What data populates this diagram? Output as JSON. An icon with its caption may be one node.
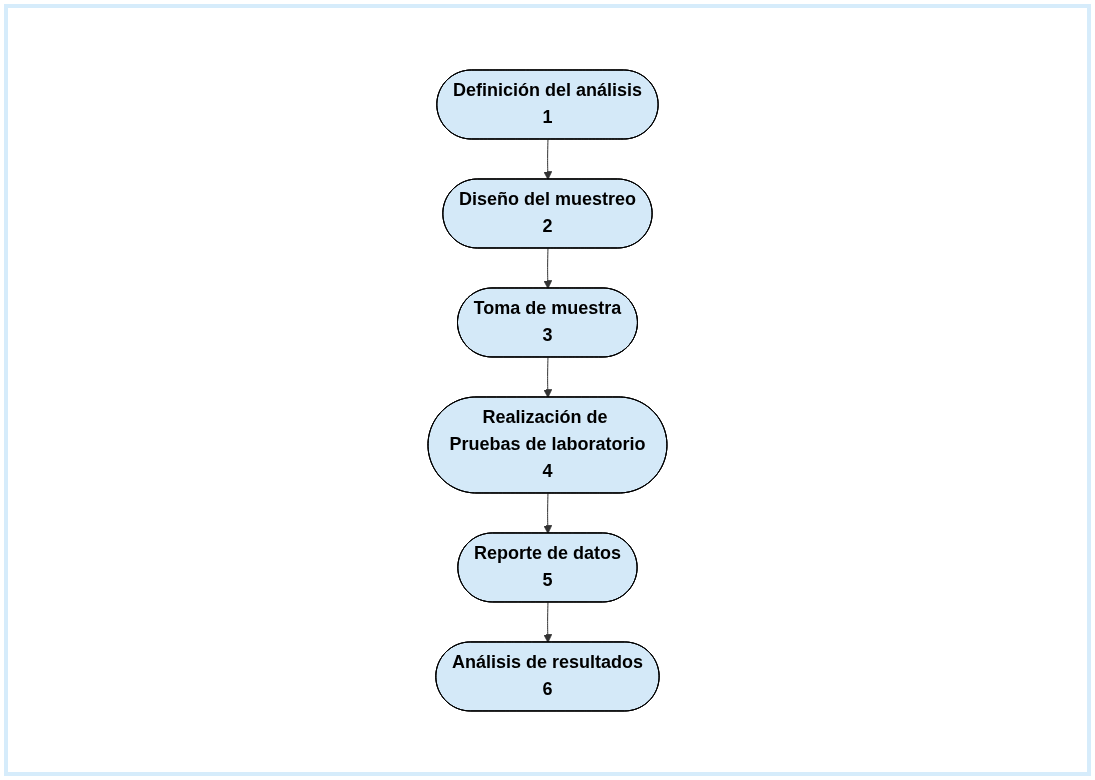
{
  "diagram": {
    "nodes": [
      {
        "text": [
          "Definición del análisis",
          "1"
        ]
      },
      {
        "text": [
          "Diseño del muestreo",
          "2"
        ]
      },
      {
        "text": [
          "Toma de muestra",
          "3"
        ]
      },
      {
        "text": [
          "Realización de Pruebas de laboratorio",
          "4"
        ]
      },
      {
        "text": [
          "Reporte de datos",
          "5"
        ]
      },
      {
        "text": [
          "Análisis de resultados",
          "6"
        ]
      }
    ],
    "edges": [
      {
        "from": 0,
        "to": 1,
        "arrow": "to"
      },
      {
        "from": 1,
        "to": 2,
        "arrow": "to"
      },
      {
        "from": 2,
        "to": 3,
        "arrow": "to"
      },
      {
        "from": 3,
        "to": 4,
        "arrow": "to"
      },
      {
        "from": 4,
        "to": 5,
        "arrow": "to"
      }
    ]
  }
}
